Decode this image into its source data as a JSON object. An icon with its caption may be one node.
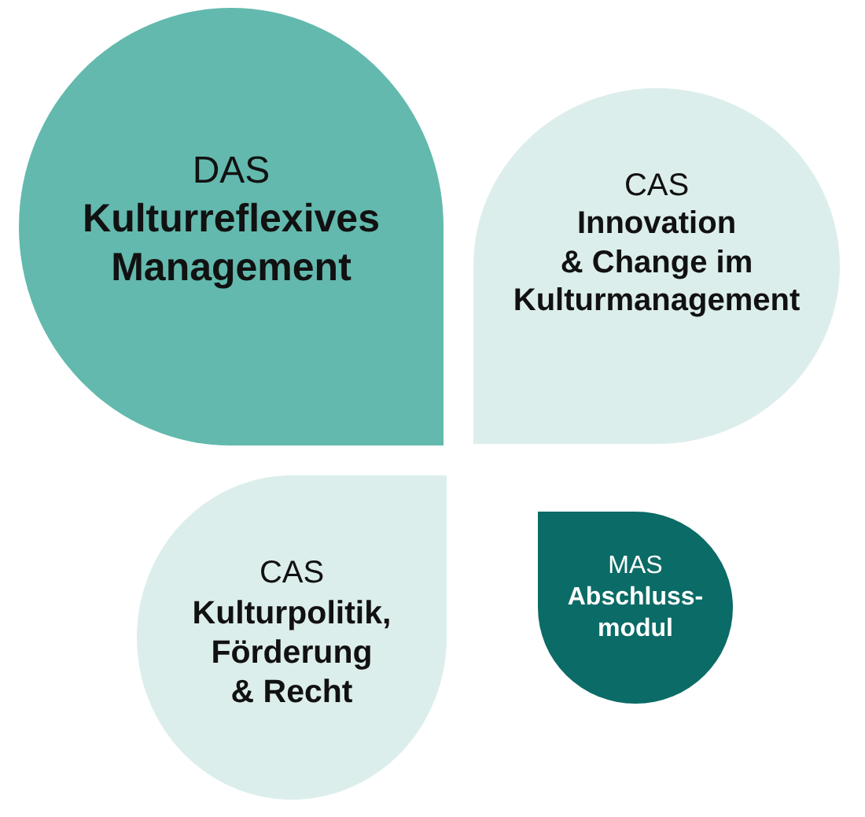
{
  "diagram": {
    "nodes": [
      {
        "text": [
          "DAS",
          "Kulturreflexives Management"
        ]
      },
      {
        "text": [
          "CAS",
          "Innovation & Change im Kulturmanagement"
        ]
      },
      {
        "text": [
          "CAS",
          "Kulturpolitik, Förderung & Recht"
        ]
      },
      {
        "text": [
          "MAS",
          "Abschluss- modul"
        ]
      }
    ]
  }
}
